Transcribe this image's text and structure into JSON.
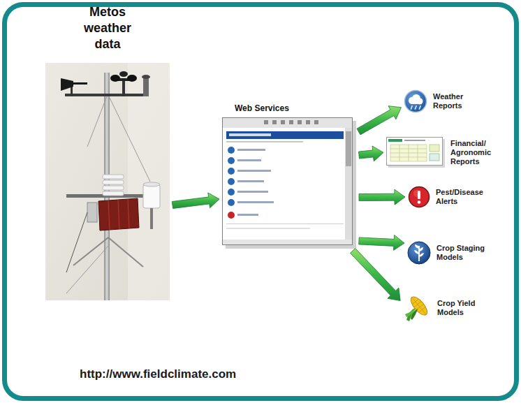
{
  "diagram": {
    "nodes": [
      {
        "text": [
          "Metos weather data"
        ]
      },
      {
        "text": [
          "Web Services"
        ]
      },
      {
        "text": [
          "Weather Reports"
        ]
      },
      {
        "text": [
          "Financial/ Agronomic Reports"
        ]
      },
      {
        "text": [
          "Pest/Disease Alerts"
        ]
      },
      {
        "text": [
          "Crop Staging Models"
        ]
      },
      {
        "text": [
          "Crop Yield Models"
        ]
      }
    ],
    "edges": [
      {
        "from": 0,
        "to": 1,
        "arrow": "to"
      },
      {
        "from": 1,
        "to": 2,
        "arrow": "to"
      },
      {
        "from": 1,
        "to": 3,
        "arrow": "to"
      },
      {
        "from": 1,
        "to": 4,
        "arrow": "to"
      },
      {
        "from": 1,
        "to": 5,
        "arrow": "to"
      },
      {
        "from": 1,
        "to": 6,
        "arrow": "to"
      }
    ],
    "labels": [
      "http://www.fieldclimate.com"
    ]
  }
}
